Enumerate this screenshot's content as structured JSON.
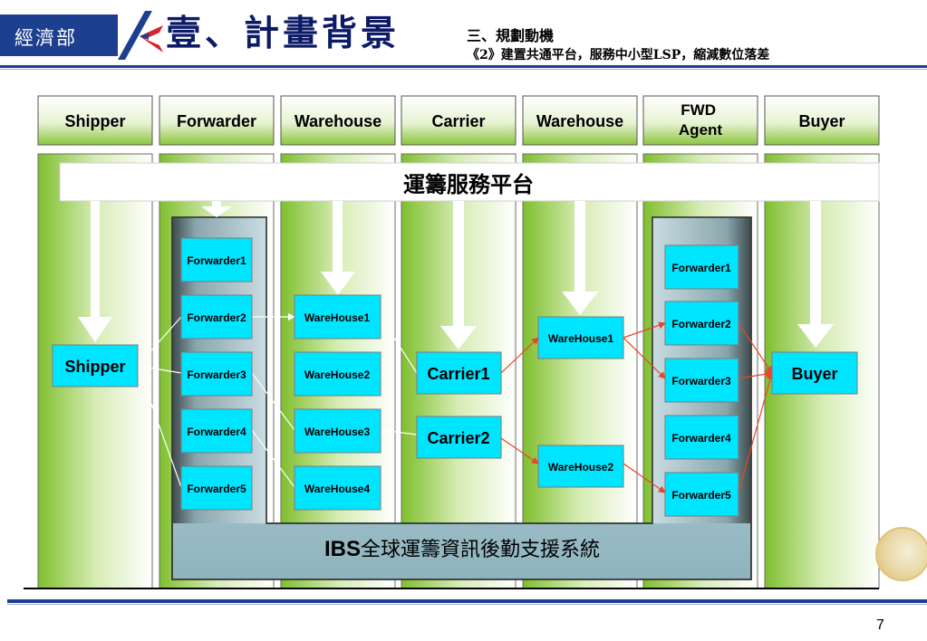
{
  "header": {
    "logo_text": "經濟部",
    "title": "壹、計畫背景",
    "subtitle1": "三、規劃動機",
    "subtitle2": "《2》建置共通平台，服務中小型LSP，縮減數位落差"
  },
  "columns": [
    "Shipper",
    "Forwarder",
    "Warehouse",
    "Carrier",
    "Warehouse",
    "FWD Agent",
    "Buyer"
  ],
  "platform_label": "運籌服務平台",
  "ibs_label": {
    "prefix": "IBS",
    "text": "全球運籌資訊後勤支援系統"
  },
  "nodes": {
    "shipper": "Shipper",
    "buyer": "Buyer",
    "forwarders_left": [
      "Forwarder1",
      "Forwarder2",
      "Forwarder3",
      "Forwarder4",
      "Forwarder5"
    ],
    "warehouses_left": [
      "WareHouse1",
      "WareHouse2",
      "WareHouse3",
      "WareHouse4"
    ],
    "carriers": [
      "Carrier1",
      "Carrier2"
    ],
    "warehouses_right": [
      "WareHouse1",
      "WareHouse2"
    ],
    "forwarders_right": [
      "Forwarder1",
      "Forwarder2",
      "Forwarder3",
      "Forwarder4",
      "Forwarder5"
    ]
  },
  "colors": {
    "node_fill": "#00e5ff",
    "navy": "#1d3f8f",
    "title_navy": "#0d1a66",
    "green": "#8cc63f",
    "red_arrow": "#e8452b"
  },
  "page_number": "7"
}
